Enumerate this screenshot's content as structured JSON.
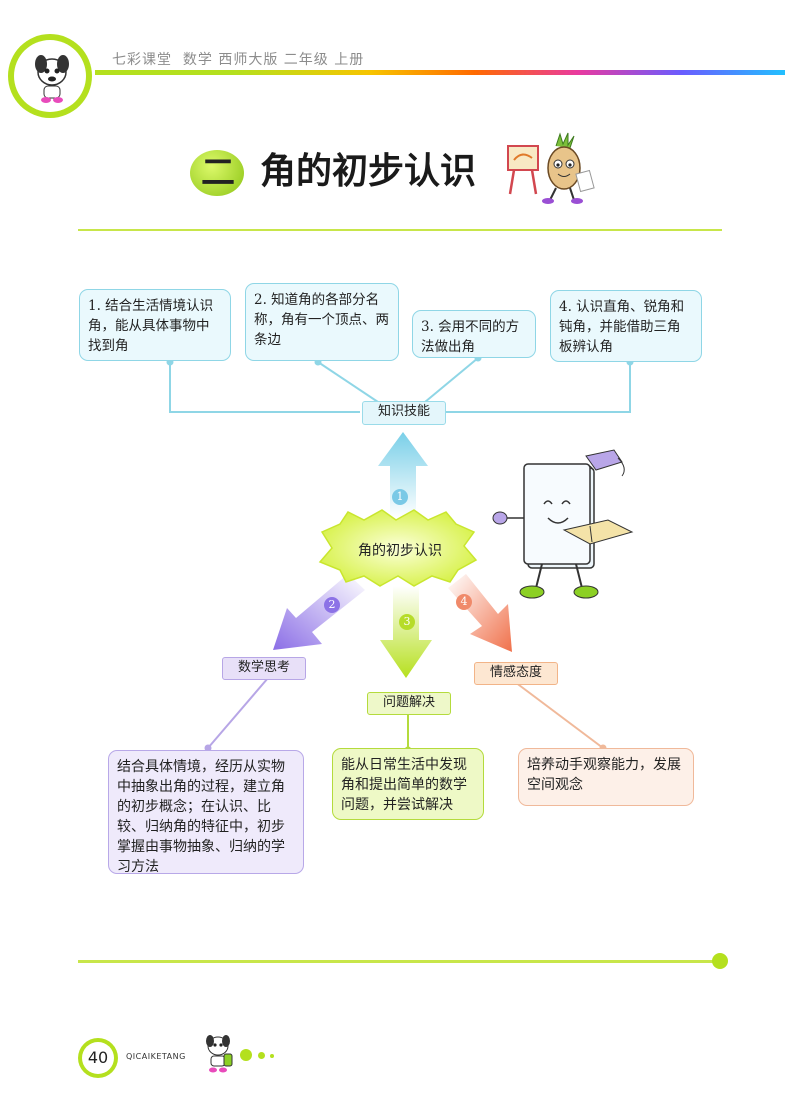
{
  "header": {
    "series": "七彩课堂",
    "subject_line": "数学  西师大版  二年级  上册"
  },
  "title": {
    "number": "二",
    "text": "角的初步认识"
  },
  "map": {
    "center": "角的初步认识",
    "knowledge": {
      "label": "知识技能",
      "number": "1",
      "items": [
        "1. 结合生活情境认识角，能从具体事物中找到角",
        "2. 知道角的各部分名称，角有一个顶点、两条边",
        "3. 会用不同的方法做出角",
        "4. 认识直角、锐角和钝角，并能借助三角板辨认角"
      ]
    },
    "math_thinking": {
      "label": "数学思考",
      "number": "2",
      "text": "结合具体情境，经历从实物中抽象出角的过程，建立角的初步概念；在认识、比较、归纳角的特征中，初步掌握由事物抽象、归纳的学习方法"
    },
    "problem_solving": {
      "label": "问题解决",
      "number": "3",
      "text": "能从日常生活中发现角和提出简单的数学问题，并尝试解决"
    },
    "attitude": {
      "label": "情感态度",
      "number": "4",
      "text": "培养动手观察能力，发展空间观念"
    }
  },
  "footer": {
    "page_number": "40",
    "brand": "QICAIKETANG"
  },
  "colors": {
    "accent_green": "#b4e01e",
    "cyan": "#8fd6e6",
    "purple": "#9b82e6",
    "orange": "#f28a68"
  }
}
